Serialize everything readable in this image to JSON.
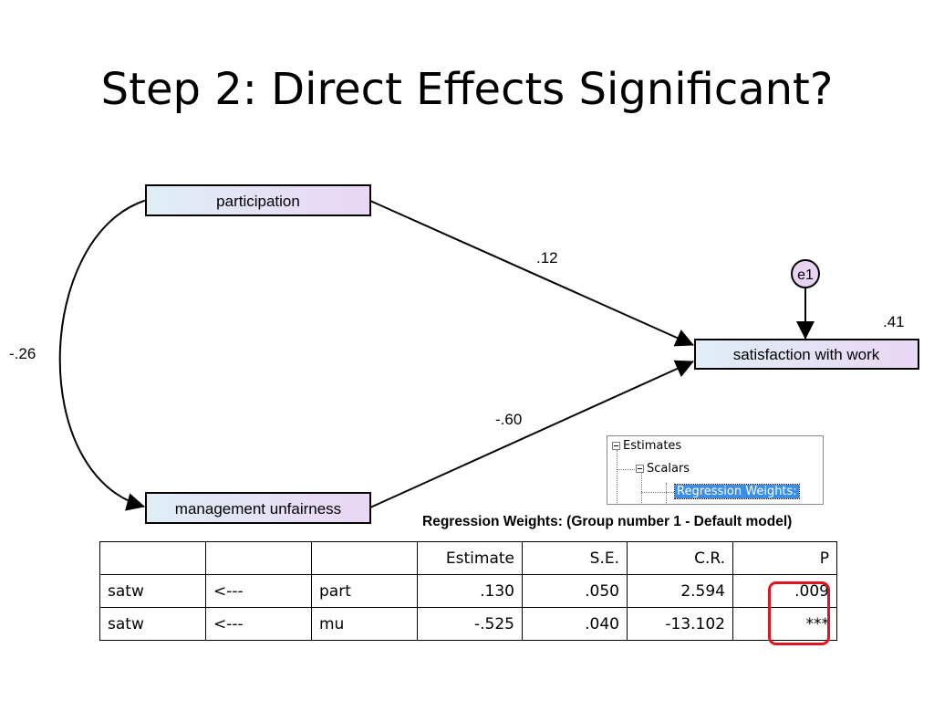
{
  "title": "Step 2: Direct Effects Significant?",
  "diagram": {
    "nodes": {
      "participation": "participation",
      "management_unfairness": "management unfairness",
      "satisfaction_with_work": "satisfaction with work",
      "error": "e1"
    },
    "coefficients": {
      "participation_to_satisfaction": ".12",
      "unfairness_to_satisfaction": "-.60",
      "covariance": "-.26",
      "r_squared": ".41"
    },
    "colors": {
      "box_gradient_start": "#dfeef7",
      "box_gradient_end": "#ead6f5",
      "error_fill": "#e8d3f4",
      "highlight": "#e0141e"
    }
  },
  "tree": {
    "root": "Estimates",
    "child": "Scalars",
    "selected": "Regression Weights:"
  },
  "results": {
    "caption": "Regression Weights: (Group number 1 - Default model)",
    "headers": [
      "",
      "",
      "",
      "Estimate",
      "S.E.",
      "C.R.",
      "P"
    ],
    "rows": [
      [
        "satw",
        "<---",
        "part",
        ".130",
        ".050",
        "2.594",
        ".009"
      ],
      [
        "satw",
        "<---",
        "mu",
        "-.525",
        ".040",
        "-13.102",
        "***"
      ]
    ]
  }
}
